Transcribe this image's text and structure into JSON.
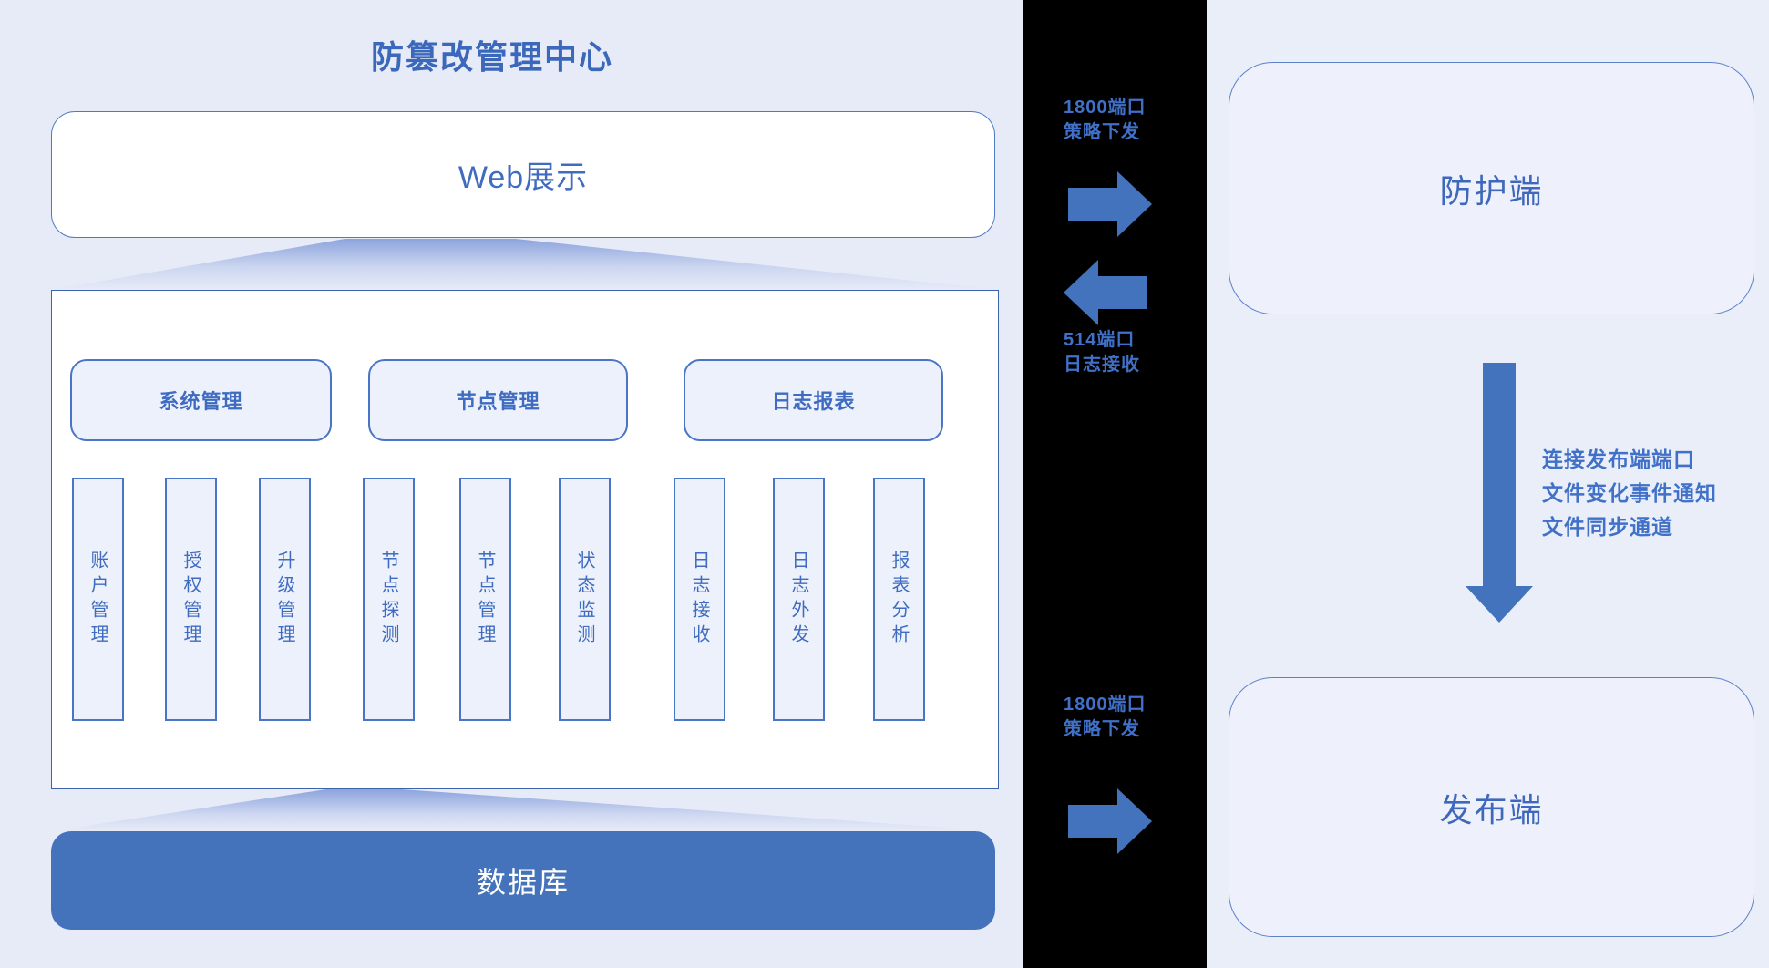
{
  "title": "防篡改管理中心",
  "web_box": {
    "label": "Web展示"
  },
  "modules": [
    {
      "title": "系统管理",
      "items": [
        "账户管理",
        "授权管理",
        "升级管理"
      ]
    },
    {
      "title": "节点管理",
      "items": [
        "节点探测",
        "节点管理",
        "状态监测"
      ]
    },
    {
      "title": "日志报表",
      "items": [
        "日志接收",
        "日志外发",
        "报表分析"
      ]
    }
  ],
  "database": {
    "label": "数据库"
  },
  "channel": {
    "flows": [
      {
        "lines": [
          "1800端口",
          "策略下发"
        ],
        "direction": "right"
      },
      {
        "lines": [
          "514端口",
          "日志接收"
        ],
        "direction": "left"
      },
      {
        "lines": [
          "1800端口",
          "策略下发"
        ],
        "direction": "right"
      }
    ]
  },
  "endpoints": {
    "protection": {
      "label": "防护端"
    },
    "publish": {
      "label": "发布端"
    },
    "sync_arrow_lines": [
      "连接发布端端口",
      "文件变化事件通知",
      "文件同步通道"
    ]
  },
  "colors": {
    "accent_text": "#3f6cc0",
    "solid_arrow_blue": "#4473bd",
    "channel_background": "#000000",
    "database_bar": "#4473bb"
  }
}
